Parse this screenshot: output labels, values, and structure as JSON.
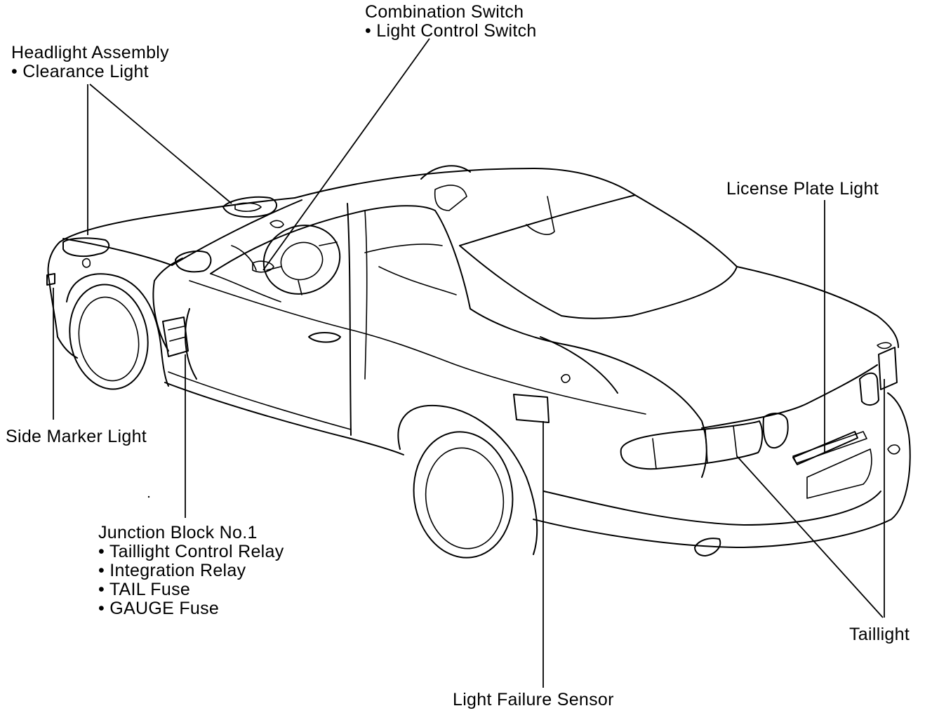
{
  "labels": {
    "combination_switch": {
      "title": "Combination Switch",
      "items": [
        "• Light Control Switch"
      ]
    },
    "headlight_assembly": {
      "title": "Headlight Assembly",
      "items": [
        "• Clearance Light"
      ]
    },
    "license_plate_light": {
      "title": "License Plate Light"
    },
    "side_marker_light": {
      "title": "Side Marker Light"
    },
    "junction_block": {
      "title": "Junction Block No.1",
      "items": [
        "• Taillight Control Relay",
        "• Integration Relay",
        "• TAIL Fuse",
        "• GAUGE Fuse"
      ]
    },
    "taillight": {
      "title": "Taillight"
    },
    "light_failure_sensor": {
      "title": "Light Failure Sensor"
    }
  },
  "colors": {
    "ink": "#000000",
    "background": "#ffffff"
  }
}
